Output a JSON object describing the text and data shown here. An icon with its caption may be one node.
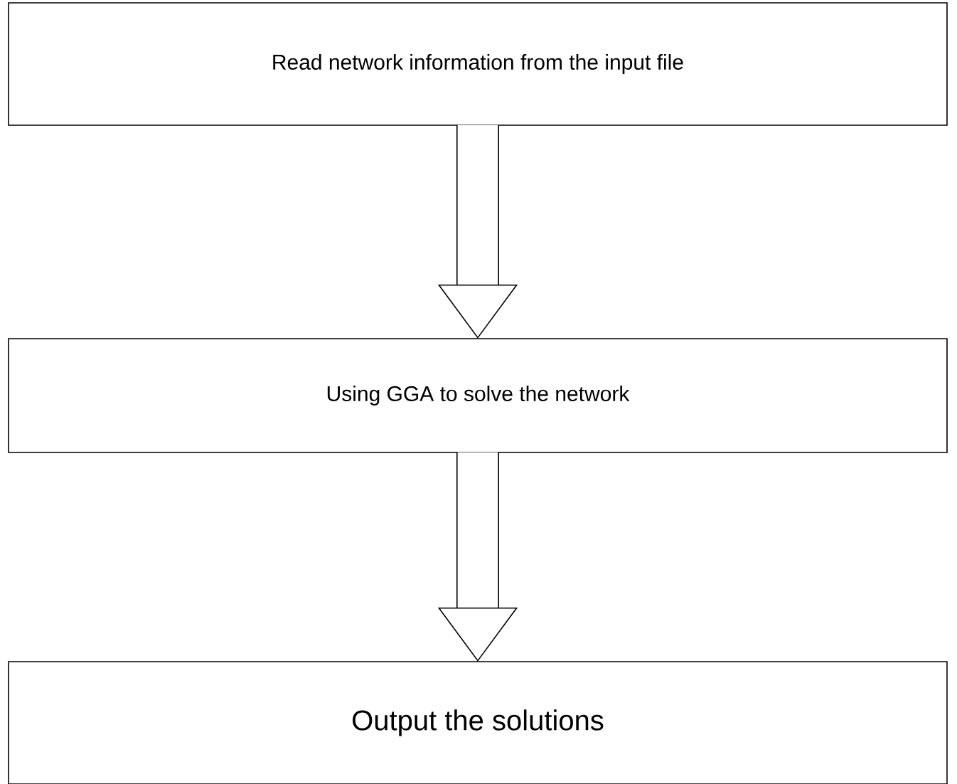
{
  "diagram": {
    "nodes": [
      {
        "text": [
          "Read network information from the input file"
        ]
      },
      {
        "text": [
          "Using GGA to solve the network"
        ]
      },
      {
        "text": [
          "Output the solutions"
        ]
      }
    ],
    "edges": [
      {
        "from": 0,
        "to": 1,
        "arrow": "to"
      },
      {
        "from": 1,
        "to": 2,
        "arrow": "to"
      }
    ]
  }
}
